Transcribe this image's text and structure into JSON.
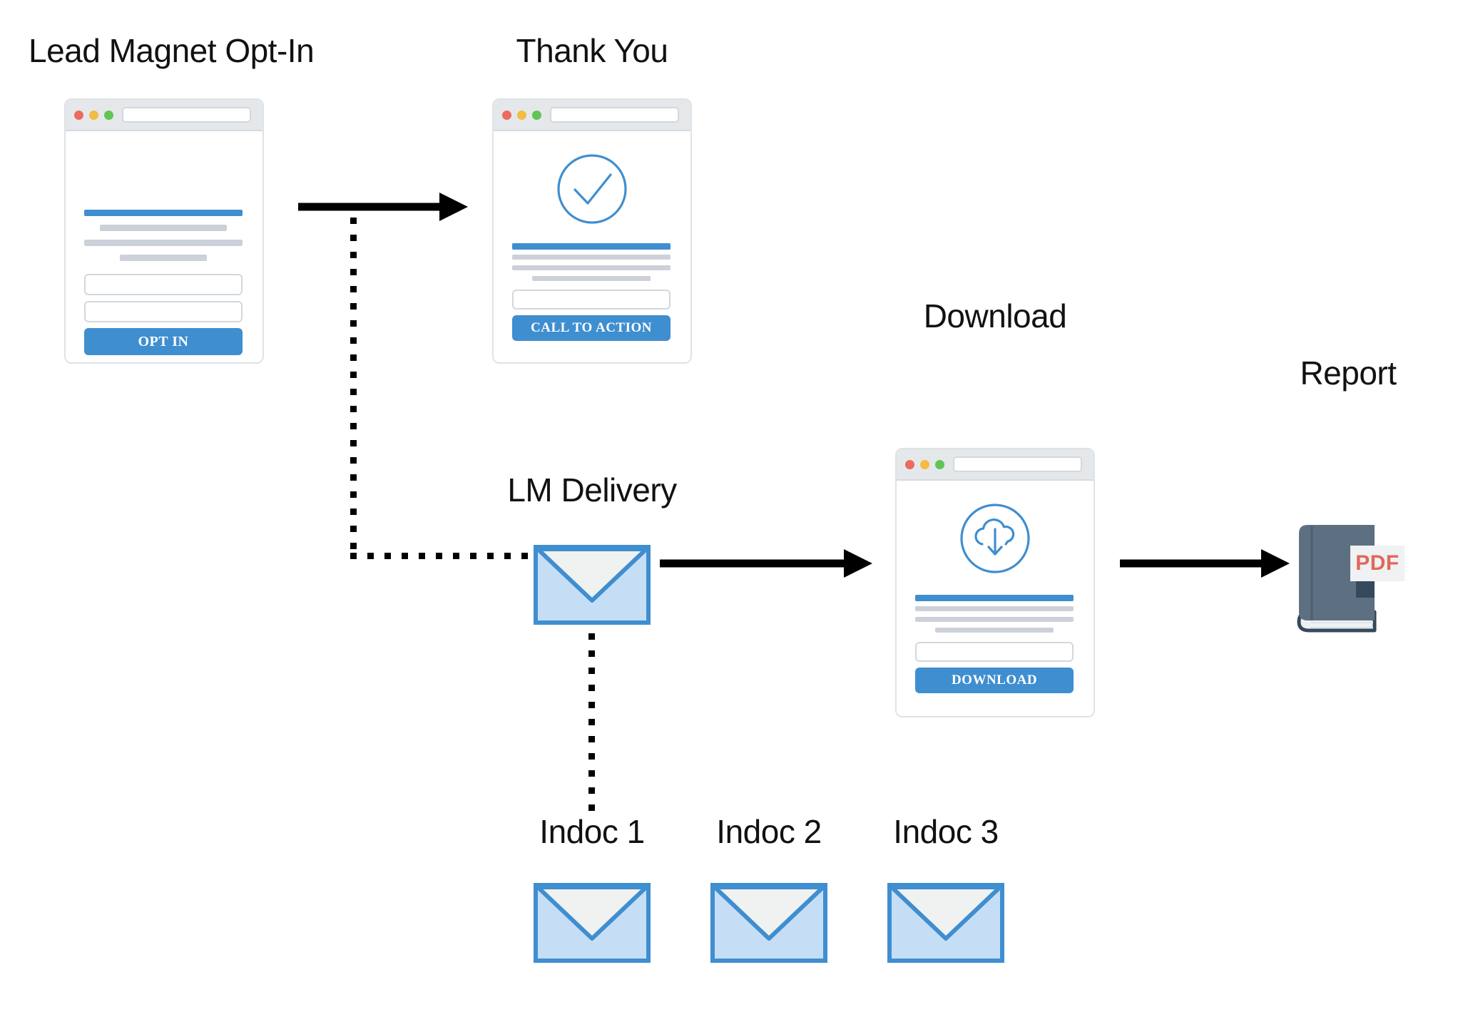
{
  "diagram": {
    "title_nodes": {
      "lead_magnet": "Lead Magnet Opt-In",
      "thank_you": "Thank You",
      "lm_delivery": "LM Delivery",
      "download": "Download",
      "report": "Report",
      "indoc1": "Indoc 1",
      "indoc2": "Indoc 2",
      "indoc3": "Indoc 3"
    },
    "cards": {
      "opt_in": {
        "label": "Lead Magnet Opt-In",
        "button_label": "OPT IN",
        "field_count": 2,
        "glyph": "none"
      },
      "thank_you": {
        "label": "Thank You",
        "button_label": "CALL TO ACTION",
        "field_count": 1,
        "glyph": "check-circle"
      },
      "download": {
        "label": "Download",
        "button_label": "DOWNLOAD",
        "field_count": 1,
        "glyph": "cloud-download-circle"
      }
    },
    "report": {
      "label": "Report",
      "badge_text": "PDF"
    },
    "emails": [
      {
        "label": "LM Delivery"
      },
      {
        "label": "Indoc 1"
      },
      {
        "label": "Indoc 2"
      },
      {
        "label": "Indoc 3"
      }
    ],
    "colors": {
      "accent_blue": "#3f8ed0",
      "skeleton_gray": "#ccd1d9",
      "chrome_gray": "#e4e8ea",
      "card_border": "#dfe3e6",
      "envelope_fill": "#c6def5",
      "envelope_flap": "#f0f1f1",
      "envelope_stroke": "#3f8ed0",
      "book_cover": "#5d7082",
      "book_spine": "#35495c",
      "pdf_red": "#e0685a",
      "dot_red": "#ec6a5e",
      "dot_yellow": "#f3bc43",
      "dot_green": "#61c454",
      "connector_black": "#000000"
    }
  }
}
